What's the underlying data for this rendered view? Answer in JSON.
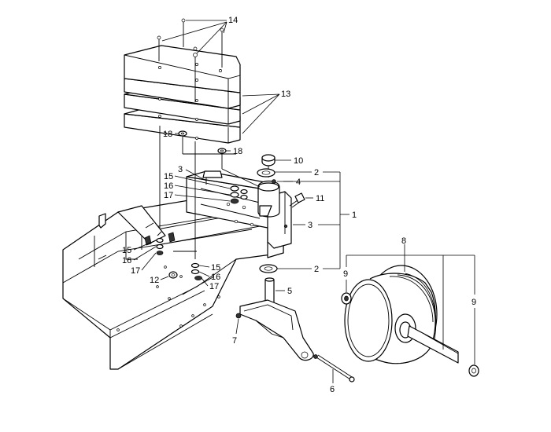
{
  "callouts": {
    "c1": "1",
    "c2a": "2",
    "c2b": "2",
    "c3a": "3",
    "c3b": "3",
    "c4": "4",
    "c5": "5",
    "c6": "6",
    "c7": "7",
    "c8": "8",
    "c9a": "9",
    "c9b": "9",
    "c10": "10",
    "c11": "11",
    "c12": "12",
    "c13": "13",
    "c14": "14",
    "c15a": "15",
    "c15b": "15",
    "c15c": "15",
    "c16a": "16",
    "c16b": "16",
    "c16c": "16",
    "c17a": "17",
    "c17b": "17",
    "c17c": "17",
    "c18a": "18",
    "c18b": "18"
  }
}
